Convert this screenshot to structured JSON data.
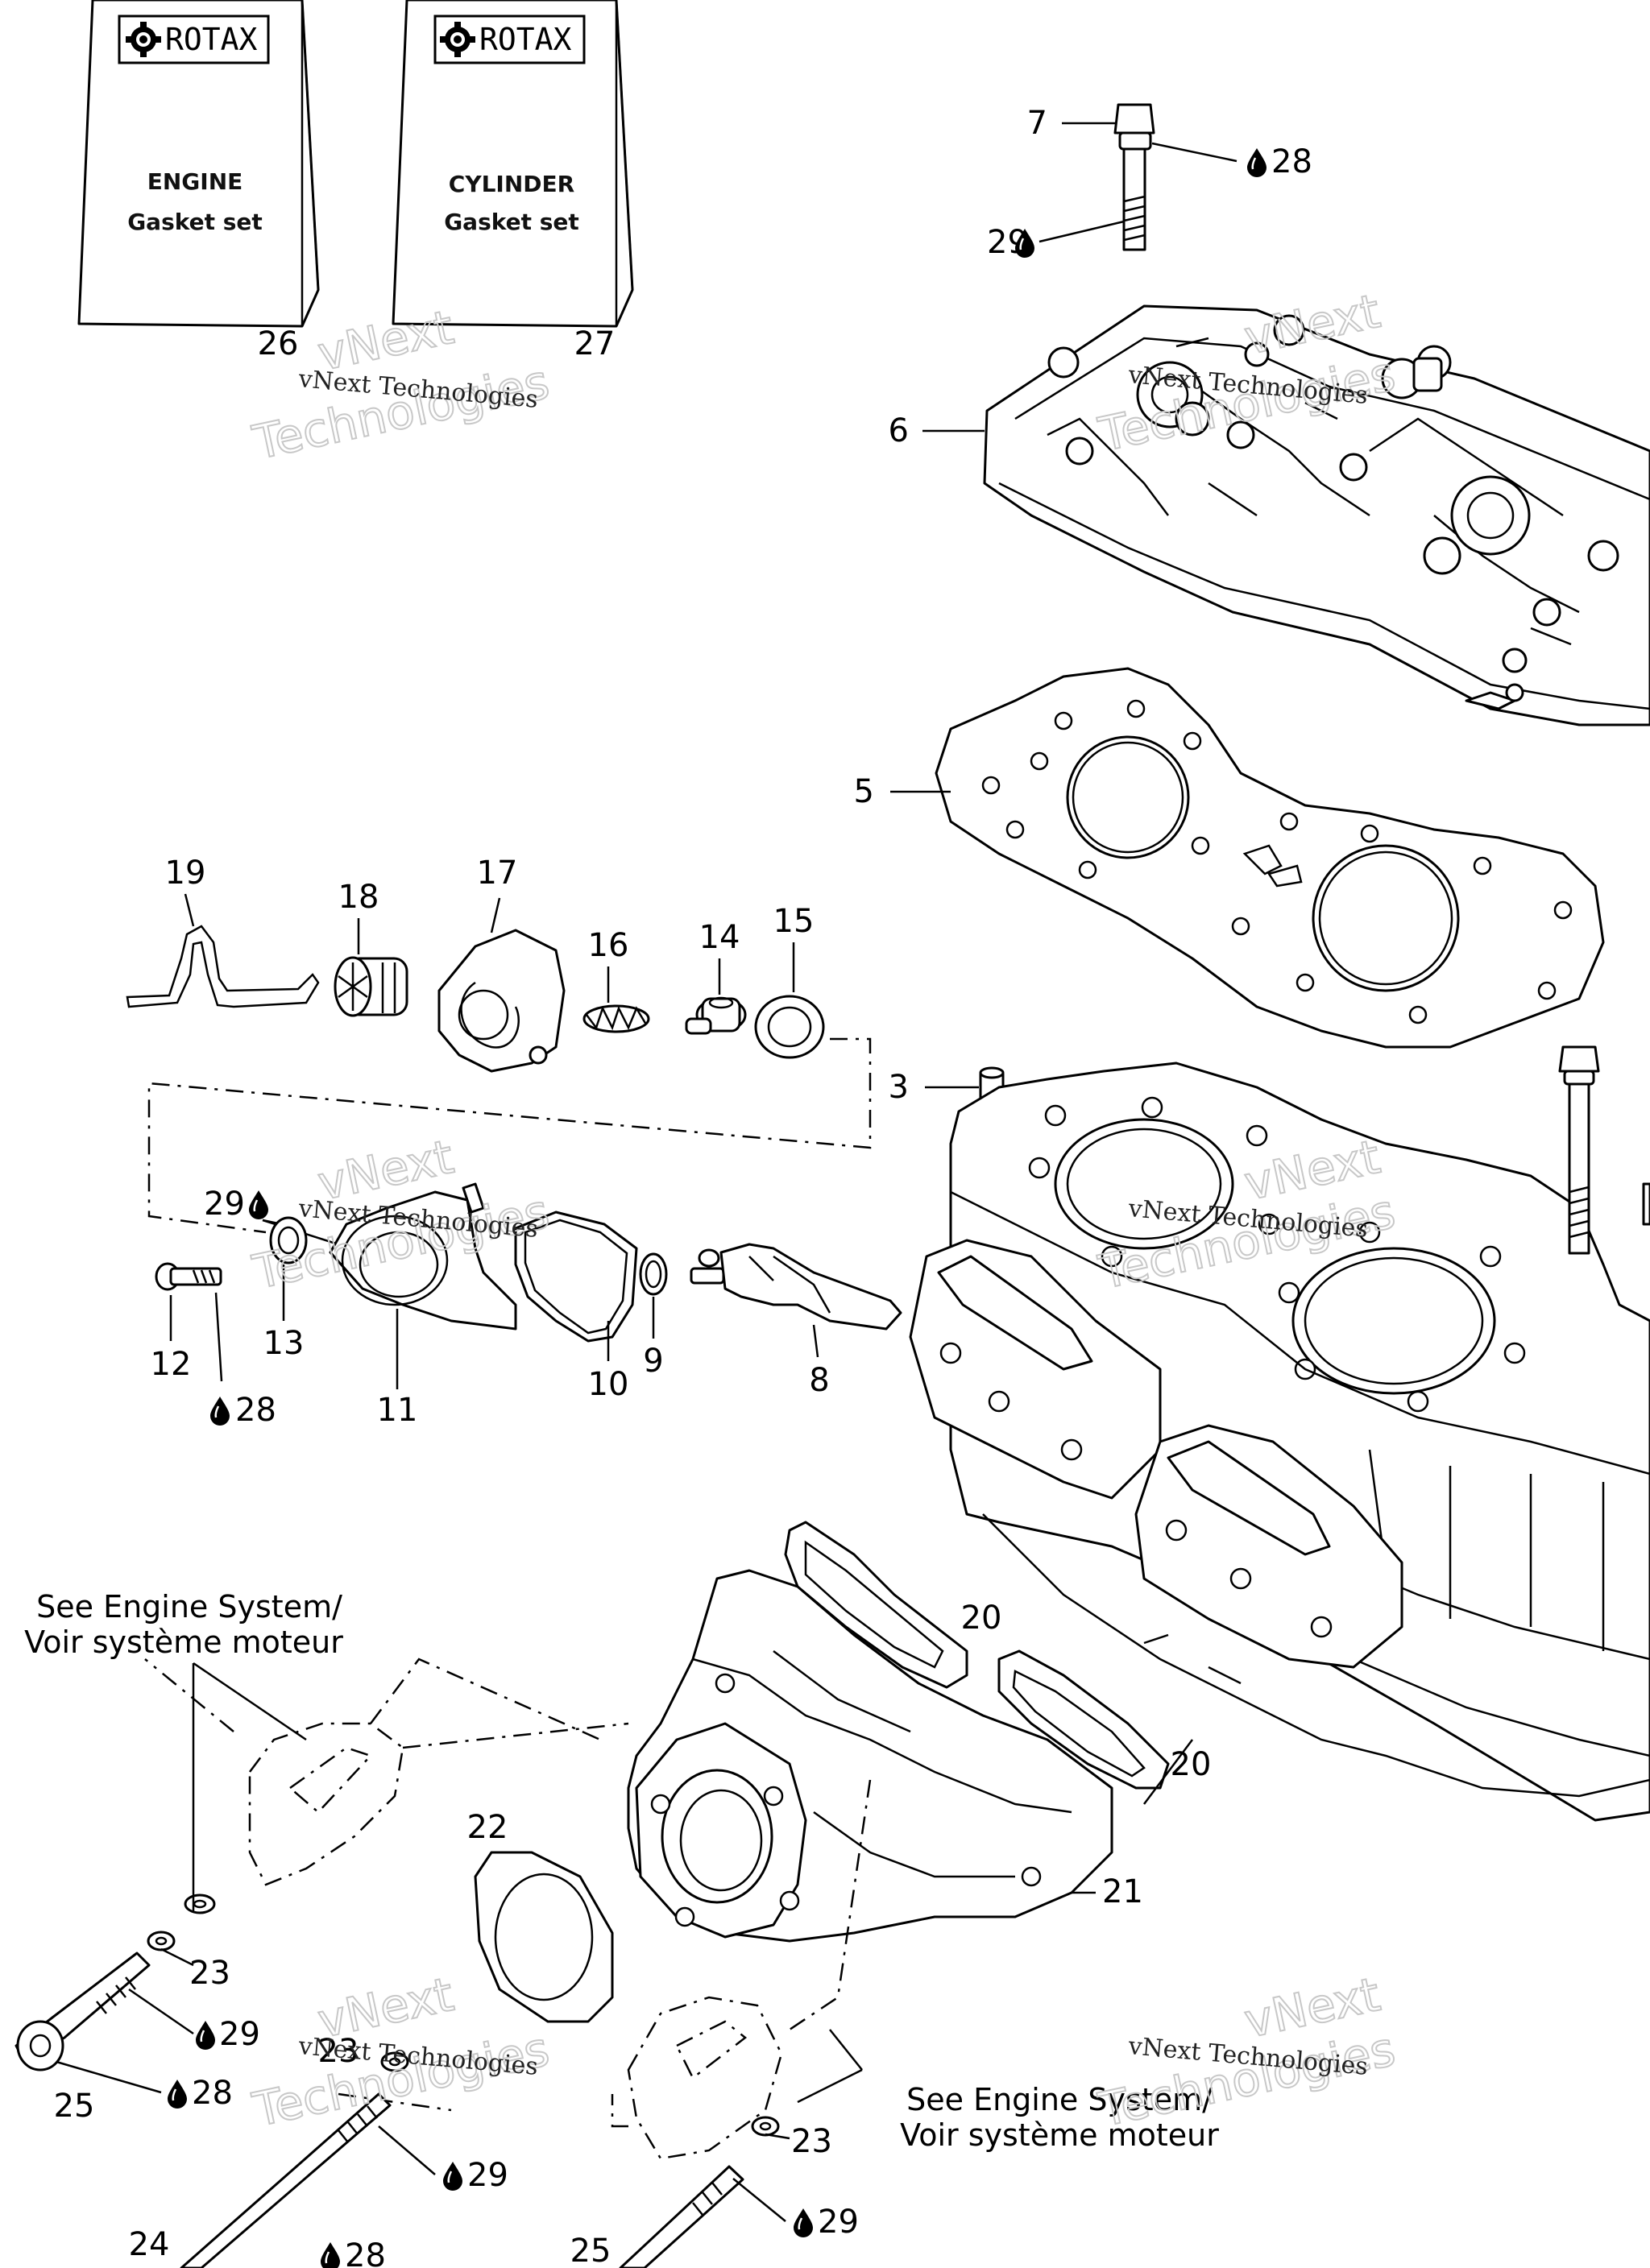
{
  "kits": [
    {
      "brand": "ROTAX",
      "line1": "ENGINE",
      "line2": "Gasket set",
      "number": "26"
    },
    {
      "brand": "ROTAX",
      "line1": "CYLINDER",
      "line2": "Gasket set",
      "number": "27"
    }
  ],
  "callouts": {
    "c7": "7",
    "c28a": "28",
    "c29a": "29",
    "c6": "6",
    "c5": "5",
    "c3": "3",
    "c19": "19",
    "c18": "18",
    "c17": "17",
    "c16": "16",
    "c14": "14",
    "c15": "15",
    "c29b": "29",
    "c12": "12",
    "c13": "13",
    "c11": "11",
    "c10": "10",
    "c9": "9",
    "c8": "8",
    "c28b": "28",
    "c20a": "20",
    "c20b": "20",
    "c22": "22",
    "c21": "21",
    "c23a": "23",
    "c29c": "29",
    "c25a": "25",
    "c28c": "28",
    "c23b": "23",
    "c29d": "29",
    "c23c": "23",
    "c29e": "29",
    "c24": "24",
    "c28d": "28",
    "c25b": "25"
  },
  "notes": {
    "see_left_1": "See Engine System/",
    "see_left_2": "Voir système moteur",
    "see_right_1": "See Engine System/",
    "see_right_2": "Voir système moteur"
  },
  "watermark": {
    "small": "vNext Technologies",
    "big1": "vNext",
    "big2": "Technologies"
  },
  "icons": {
    "drop": "oil-drop-icon",
    "gear": "rotax-gear-icon"
  }
}
